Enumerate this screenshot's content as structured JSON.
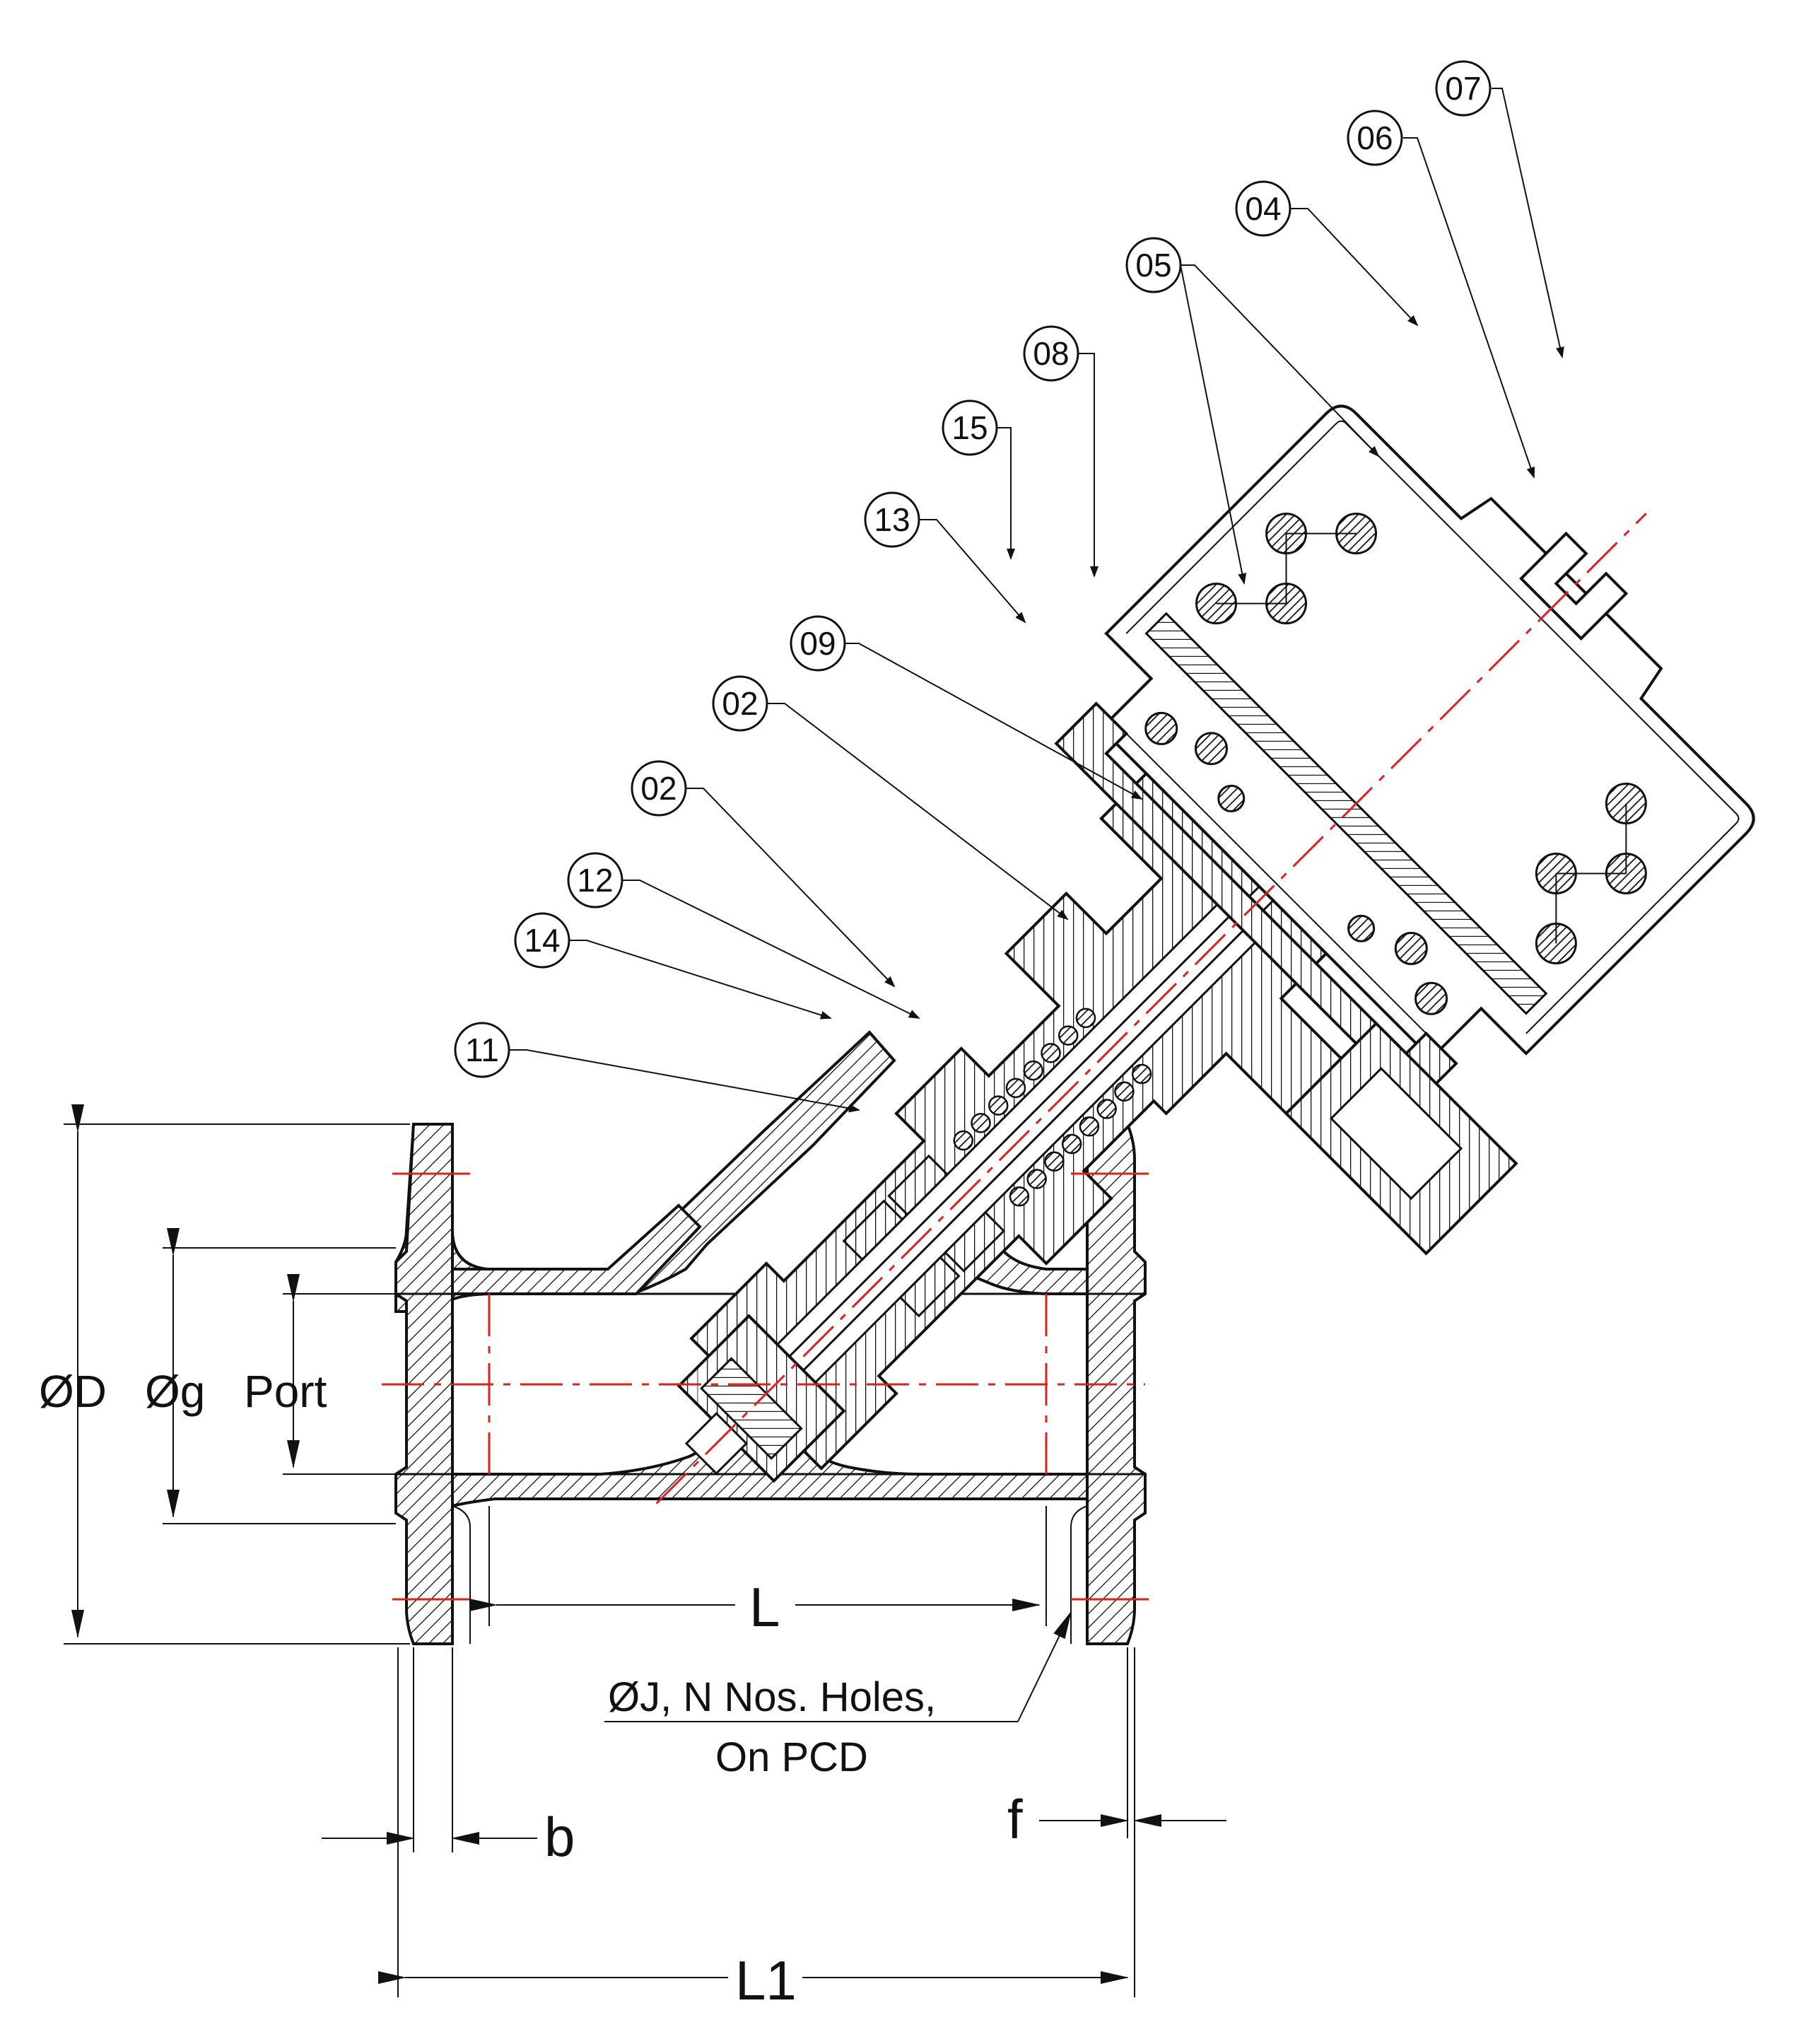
{
  "dimensions": {
    "outer_diameter": "ØD",
    "raised_face_diameter": "Øg",
    "port": "Port",
    "face_to_face_inner": "L",
    "overall_length": "L1",
    "flange_thickness": "b",
    "raised_face": "f",
    "holes_note_line1": "ØJ, N Nos. Holes,",
    "holes_note_line2": "On PCD"
  },
  "balloons": [
    {
      "id": "b07",
      "label": "07"
    },
    {
      "id": "b06",
      "label": "06"
    },
    {
      "id": "b04",
      "label": "04"
    },
    {
      "id": "b05",
      "label": "05"
    },
    {
      "id": "b08",
      "label": "08"
    },
    {
      "id": "b15",
      "label": "15"
    },
    {
      "id": "b13",
      "label": "13"
    },
    {
      "id": "b09",
      "label": "09"
    },
    {
      "id": "b02a",
      "label": "02"
    },
    {
      "id": "b02b",
      "label": "02"
    },
    {
      "id": "b12",
      "label": "12"
    },
    {
      "id": "b14",
      "label": "14"
    },
    {
      "id": "b11",
      "label": "11"
    }
  ]
}
